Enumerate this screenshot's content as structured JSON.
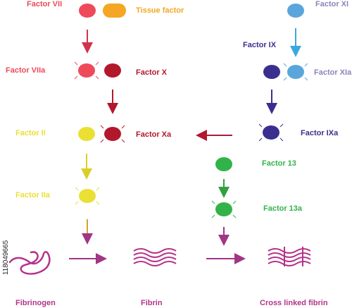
{
  "labels": {
    "factor_vii": "Factor VII",
    "tissue_factor": "Tissue factor",
    "factor_xi": "Factor XI",
    "factor_ix": "Factor IX",
    "factor_viia": "Factor VIIa",
    "factor_x": "Factor X",
    "factor_xia": "Factor XIa",
    "factor_ii": "Factor II",
    "factor_xa": "Factor Xa",
    "factor_ixa": "Factor IXa",
    "factor_13": "Factor 13",
    "factor_iia": "Factor IIa",
    "factor_13a": "Factor 13a",
    "fibrinogen": "Fibrinogen",
    "fibrin": "Fibrin",
    "cross_linked_fibrin": "Cross linked fibrin"
  },
  "stock_id": "118049665",
  "colors": {
    "factor_vii": "#ee4a5a",
    "tissue_factor": "#f5a623",
    "factor_x": "#b3172b",
    "factor_xi": "#5aa6dc",
    "factor_ix": "#3a2f8f",
    "factor_ii": "#eae033",
    "factor_13": "#32b349",
    "fibrin": "#b5338a",
    "arrow_red": "#d1334a",
    "arrow_darkred": "#b3172b",
    "arrow_blue": "#3aa8e0",
    "arrow_navy": "#3a2f8f",
    "arrow_yellow": "#d9cf2a",
    "arrow_green": "#32a03e",
    "arrow_purple": "#a23585",
    "label_xi": "#8a86b8"
  }
}
